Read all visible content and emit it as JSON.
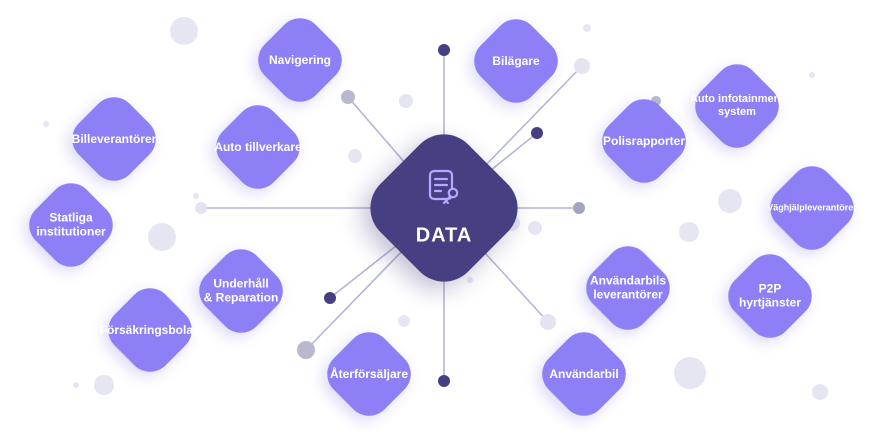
{
  "center": {
    "label": "DATA",
    "icon": "document-key-icon",
    "color": "#463f82"
  },
  "colors": {
    "node": "#8d80f6",
    "line": "#c9cbe6",
    "dot_dark": "#463f82",
    "dot_light": "#e6e6f2"
  },
  "nodes": [
    {
      "id": "navigering",
      "label": "Navigering"
    },
    {
      "id": "bilagare",
      "label": "Bilägare"
    },
    {
      "id": "billeverantorer",
      "label": "Billeverantörer"
    },
    {
      "id": "auto-tillverkare",
      "label": "Auto tillverkare"
    },
    {
      "id": "statliga-institutioner",
      "label": "Statliga\ninstitutioner"
    },
    {
      "id": "underhall-reparation",
      "label": "Underhåll\n& Reparation"
    },
    {
      "id": "forsakringsbolag",
      "label": "Försäkringsbolag"
    },
    {
      "id": "aterforsaljare",
      "label": "Återförsäljare"
    },
    {
      "id": "polisrapporter",
      "label": "Polisrapporter"
    },
    {
      "id": "auto-infotainment",
      "label": "Auto infotainment\nsystem"
    },
    {
      "id": "vaghjalpleverantorer",
      "label": "Väghjälpleverantörer"
    },
    {
      "id": "anvandarbils-leverantorer",
      "label": "Användarbils\nleverantörer"
    },
    {
      "id": "p2p-hyrtjanster",
      "label": "P2P\nhyrtjänster"
    },
    {
      "id": "anvandarbil",
      "label": "Användarbil"
    }
  ]
}
